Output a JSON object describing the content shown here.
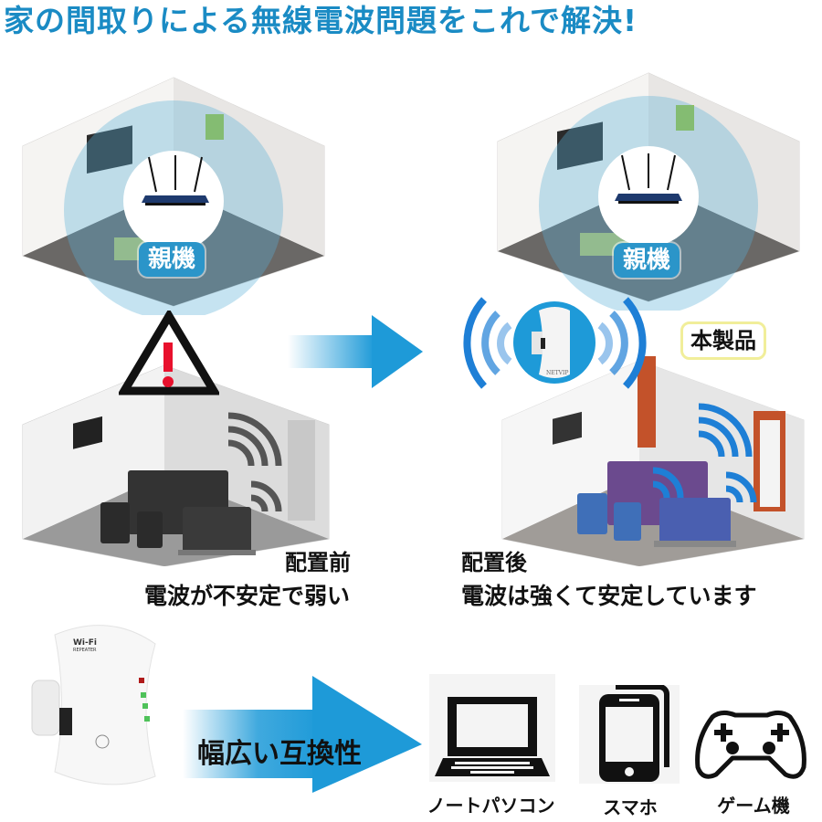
{
  "headline": "家の間取りによる無線電波問題をこれで解決!",
  "rooms": {
    "top_left": {
      "badge": "親機",
      "icon": "router-icon"
    },
    "top_right": {
      "badge": "親機",
      "icon": "router-icon"
    }
  },
  "before": {
    "title": "配置前",
    "caption": "電波が不安定で弱い",
    "icon": "warning-triangle-icon"
  },
  "after": {
    "title": "配置後",
    "caption": "電波は強くて安定しています",
    "product_tag": "本製品",
    "repeater_brand": "NETVIP"
  },
  "compatibility": {
    "arrow_label": "幅広い互換性",
    "device_brand": "WiFi REPEATER",
    "devices": [
      {
        "label": "ノートパソコン",
        "icon": "laptop-icon"
      },
      {
        "label": "スマホ",
        "icon": "smartphone-icon"
      },
      {
        "label": "ゲーム機",
        "icon": "gamepad-icon"
      }
    ]
  },
  "colors": {
    "headline": "#1a8bc4",
    "badge": "#2b95c9",
    "arrow": "#1e9ad8",
    "signal": "#1e7fd6",
    "warning": "#e8112d"
  }
}
